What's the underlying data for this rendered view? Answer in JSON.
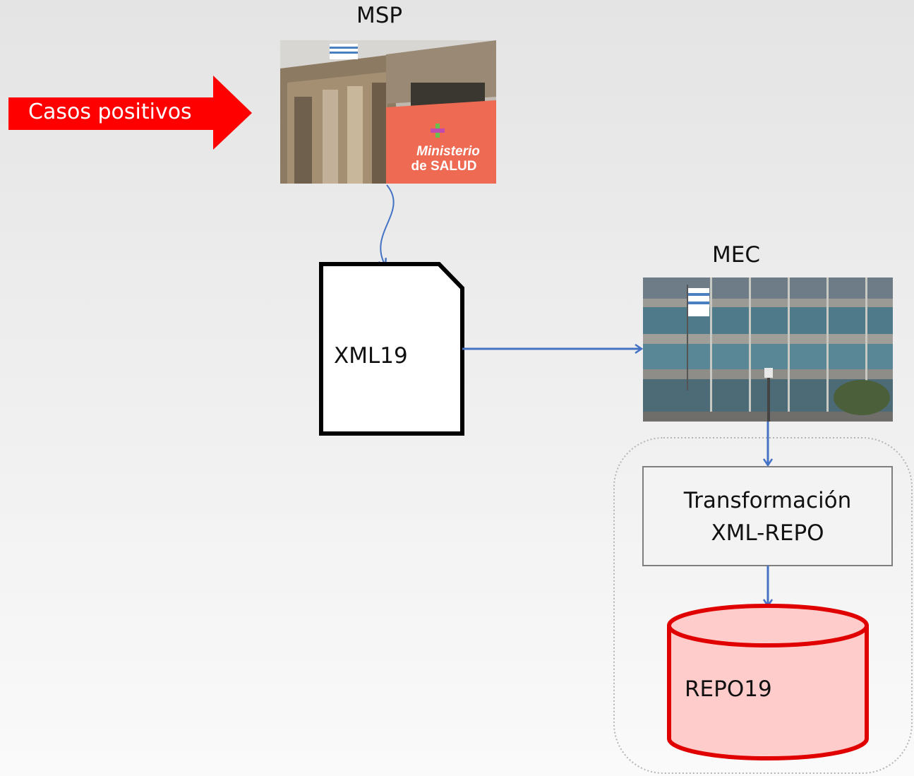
{
  "nodes": {
    "msp": {
      "label": "MSP",
      "sign_line1": "Ministerio",
      "sign_line2": "de SALUD"
    },
    "input_arrow": {
      "label": "Casos positivos"
    },
    "xml_doc": {
      "label": "XML19"
    },
    "mec": {
      "label": "MEC"
    },
    "transform": {
      "label_line1": "Transformación",
      "label_line2": "XML-REPO"
    },
    "repo": {
      "label": "REPO19"
    }
  },
  "colors": {
    "arrow_blue": "#4472c4",
    "red_arrow": "#ff0000",
    "db_fill": "#ffcccc",
    "db_stroke": "#e00000",
    "sign_orange": "#ee6a52"
  }
}
